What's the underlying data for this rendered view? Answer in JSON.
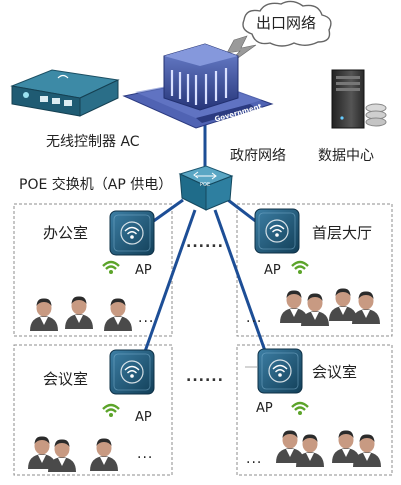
{
  "internet_label": "出口网络",
  "ac_label": "无线控制器 AC",
  "gov_label": "政府网络",
  "gov_sign": "Government",
  "datacenter_label": "数据中心",
  "poe_label": "POE 交换机（AP 供电）",
  "poe_device_text": "POE",
  "rooms": [
    {
      "name": "办公室",
      "ap": "AP",
      "more": "..."
    },
    {
      "name": "首层大厅",
      "ap": "AP",
      "more": "..."
    },
    {
      "name": "会议室",
      "ap": "AP",
      "more": "..."
    },
    {
      "name": "会议室",
      "ap": "AP",
      "more": "..."
    }
  ],
  "between_dots": "......",
  "colors": {
    "link": "#1d4e96",
    "ap_face": "#1c5a7a",
    "wifi_signal": "#5ca42a",
    "building": "#3f51a3",
    "device_body": "#2e6f86",
    "person_head": "#c89a82",
    "person_body": "#4a4a4a"
  },
  "icons": [
    "cloud-icon",
    "lightning-icon",
    "wireless-controller-icon",
    "government-building-icon",
    "server-icon",
    "switch-icon",
    "access-point-icon",
    "wifi-signal-icon",
    "person-icon"
  ]
}
